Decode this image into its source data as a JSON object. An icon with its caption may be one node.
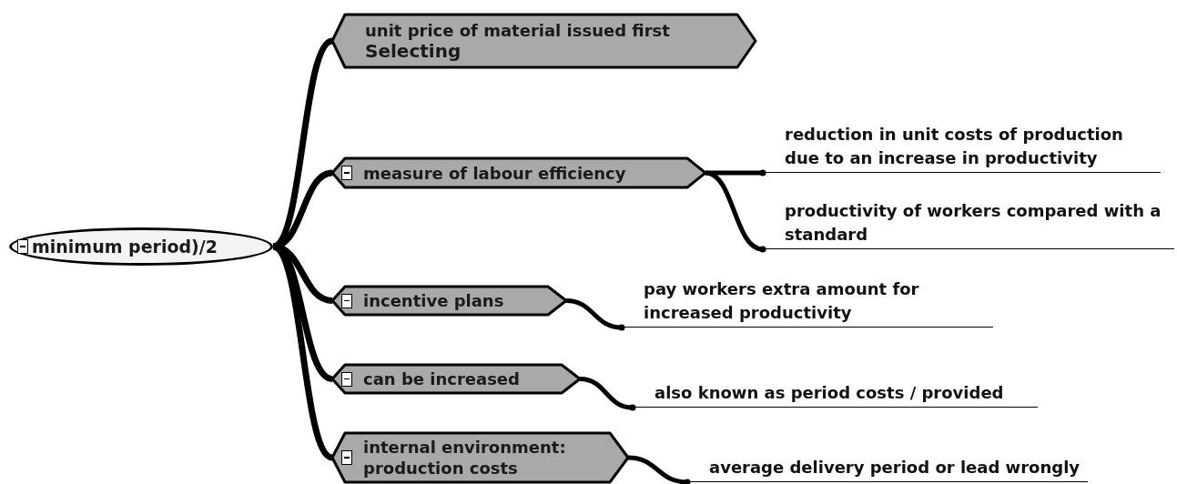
{
  "diagram": {
    "nodes": [
      {
        "text": [
          "minimum period)/2"
        ]
      },
      {
        "text": [
          "unit price of material issued first",
          "Selecting"
        ]
      },
      {
        "text": [
          "measure of labour efficiency"
        ]
      },
      {
        "text": [
          "reduction in unit costs of production due to an increase in productivity"
        ]
      },
      {
        "text": [
          "productivity of workers compared with a standard"
        ]
      },
      {
        "text": [
          "incentive plans"
        ]
      },
      {
        "text": [
          "pay workers extra amount for increased productivity"
        ]
      },
      {
        "text": [
          "can be increased"
        ]
      },
      {
        "text": [
          "also known as period costs / provided"
        ]
      },
      {
        "text": [
          "internal environment: production costs"
        ]
      },
      {
        "text": [
          "average delivery period or lead wrongly"
        ]
      }
    ],
    "edges": [
      {
        "from": 0,
        "to": 1,
        "arrow": "none"
      },
      {
        "from": 0,
        "to": 2,
        "arrow": "none"
      },
      {
        "from": 0,
        "to": 5,
        "arrow": "none"
      },
      {
        "from": 0,
        "to": 7,
        "arrow": "none"
      },
      {
        "from": 0,
        "to": 9,
        "arrow": "none"
      },
      {
        "from": 2,
        "to": 3,
        "arrow": "other"
      },
      {
        "from": 2,
        "to": 4,
        "arrow": "other"
      },
      {
        "from": 5,
        "to": 6,
        "arrow": "other"
      },
      {
        "from": 7,
        "to": 8,
        "arrow": "other"
      },
      {
        "from": 9,
        "to": 10,
        "arrow": "other"
      }
    ]
  }
}
